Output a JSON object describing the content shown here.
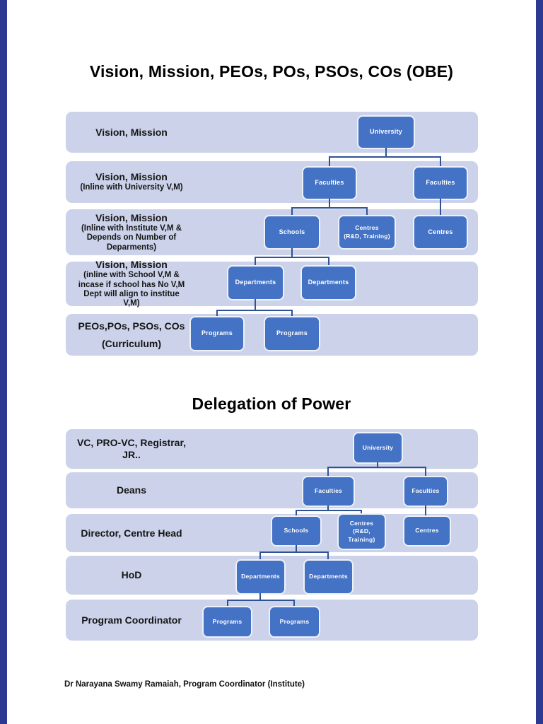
{
  "page": {
    "title1": "Vision, Mission, PEOs, POs, PSOs, COs (OBE)",
    "title2": "Delegation of Power",
    "footer": "Dr Narayana Swamy Ramaiah, Program Coordinator (Institute)"
  },
  "colors": {
    "node_fill": "#4472C4",
    "band_fill": "#CBD2E9",
    "connector": "#2E5395",
    "edge_bar": "#2B3990",
    "node_text": "#FFFFFF"
  },
  "obe": {
    "rows": [
      {
        "label_main": "Vision, Mission",
        "subs": [],
        "boxes": [
          "University"
        ]
      },
      {
        "label_main": "Vision, Mission",
        "subs": [
          "(Inline with University V,M)"
        ],
        "boxes": [
          "Faculties",
          "Faculties"
        ]
      },
      {
        "label_main": "Vision, Mission",
        "subs": [
          "(Inline with Institute V,M &",
          "Depends on Number of",
          "Deparments)"
        ],
        "boxes": [
          "Schools",
          "Centres\n(R&D, Training)",
          "Centres"
        ]
      },
      {
        "label_main": "Vision, Mission",
        "subs": [
          "(inline with School V,M &",
          "incase if school has No V,M",
          "Dept will align to institue",
          "V,M)"
        ],
        "boxes": [
          "Departments",
          "Departments"
        ]
      },
      {
        "label_main": "PEOs,POs, PSOs, COs",
        "subs": [
          "(Curriculum)"
        ],
        "boxes": [
          "Programs",
          "Programs"
        ]
      }
    ]
  },
  "del": {
    "rows": [
      {
        "label": "VC, PRO-VC, Registrar, JR..",
        "boxes": [
          "University"
        ]
      },
      {
        "label": "Deans",
        "boxes": [
          "Faculties",
          "Faculties"
        ]
      },
      {
        "label": "Director, Centre Head",
        "boxes": [
          "Schools",
          "Centres\n(R&D,\nTraining)",
          "Centres"
        ]
      },
      {
        "label": "HoD",
        "boxes": [
          "Departments",
          "Departments"
        ]
      },
      {
        "label": "Program Coordinator",
        "boxes": [
          "Programs",
          "Programs"
        ]
      }
    ]
  }
}
